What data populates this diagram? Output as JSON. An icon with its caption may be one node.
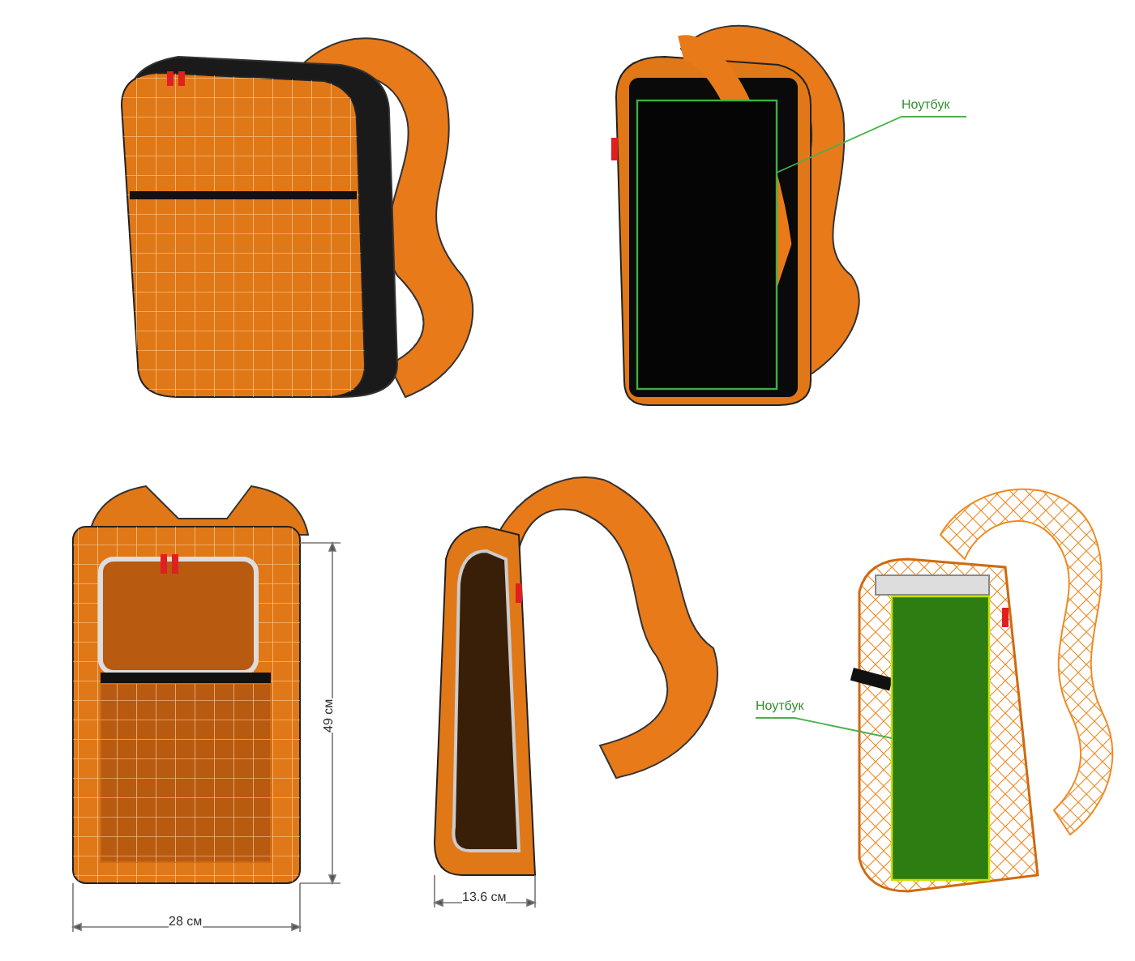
{
  "diagram": {
    "nodes": [
      {
        "text": [
          "Ноутбук"
        ]
      },
      {
        "text": [],
        "shape": "box"
      },
      {
        "text": [
          "Ноутбук"
        ]
      },
      {
        "text": [],
        "shape": "box"
      }
    ],
    "edges": [
      {
        "from": 0,
        "to": 1,
        "arrow": "none"
      },
      {
        "from": 2,
        "to": 3,
        "arrow": "none"
      }
    ],
    "labels": [
      "49 см",
      "28 см",
      "13.6 см"
    ]
  }
}
